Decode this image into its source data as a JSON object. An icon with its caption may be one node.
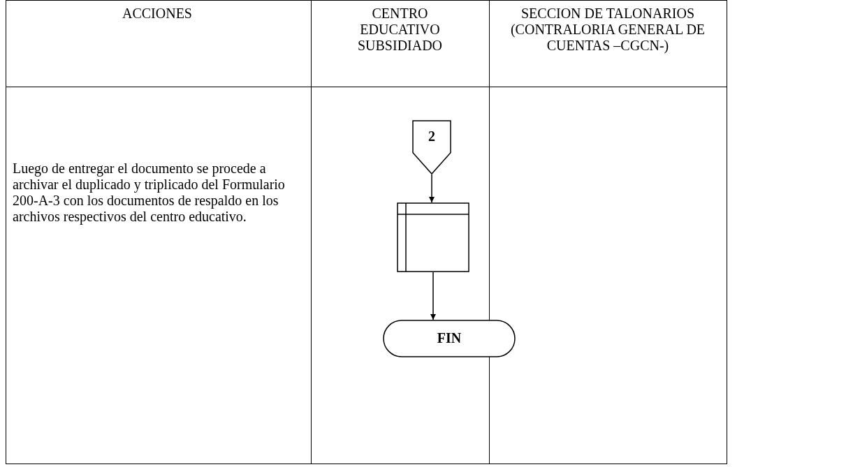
{
  "diagram": {
    "nodes": [
      {
        "text": [
          "2"
        ]
      },
      {
        "text": [],
        "shape": "box"
      },
      {
        "text": [
          "FIN"
        ]
      }
    ],
    "edges": [
      {
        "from": 0,
        "to": 1,
        "arrow": "to"
      },
      {
        "from": 1,
        "to": 2,
        "arrow": "to"
      }
    ],
    "labels": [
      "ACCIONES",
      "CENTRO EDUCATIVO SUBSIDIADO",
      "SECCION DE TALONARIOS (CONTRALORIA GENERAL DE CUENTAS –CGCN-)",
      "Luego de entregar el documento se procede a archivar el duplicado y triplicado del Formulario 200-A-3 con los documentos de respaldo en los archivos respectivos del centro educativo."
    ]
  }
}
